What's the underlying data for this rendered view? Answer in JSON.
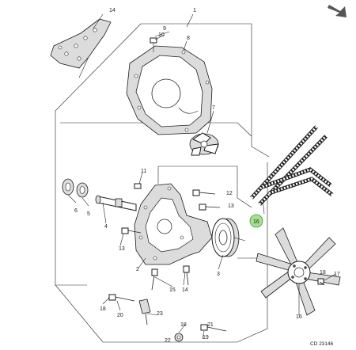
{
  "figure_code": "CD 23146",
  "callouts": [
    "1",
    "2",
    "3",
    "4",
    "5",
    "6",
    "7",
    "8",
    "9",
    "10",
    "11",
    "12",
    "13",
    "13",
    "14",
    "14",
    "15",
    "16",
    "17",
    "18",
    "18",
    "18",
    "19",
    "20",
    "21",
    "22",
    "23"
  ],
  "highlight": {
    "label": "16",
    "color": "#9fe08a"
  },
  "colors": {
    "line": "#1b1b1b",
    "shade": "#dcdcdc",
    "arrow": "#555555"
  }
}
